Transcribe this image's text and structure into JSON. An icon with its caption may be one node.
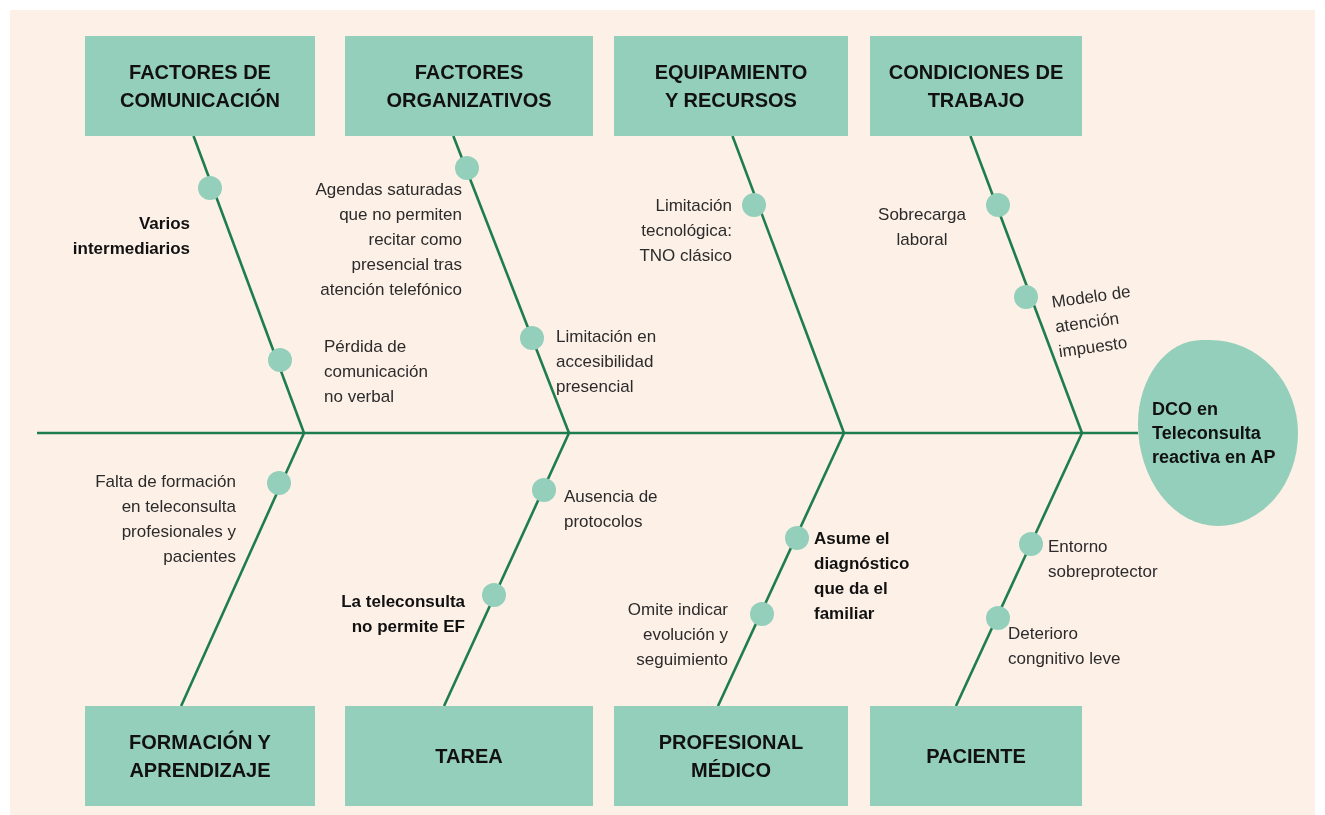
{
  "diagram": {
    "nodes": [
      {
        "text": [
          "FACTORES DE COMUNICACIÓN"
        ]
      },
      {
        "text": [
          "FACTORES ORGANIZATIVOS"
        ]
      },
      {
        "text": [
          "EQUIPAMIENTO Y RECURSOS"
        ]
      },
      {
        "text": [
          "CONDICIONES DE TRABAJO"
        ]
      },
      {
        "text": [
          "DCO en Teleconsulta reactiva en AP"
        ]
      },
      {
        "text": [
          "FORMACIÓN Y APRENDIZAJE"
        ]
      },
      {
        "text": [
          "TAREA"
        ]
      },
      {
        "text": [
          "PROFESIONAL MÉDICO"
        ]
      },
      {
        "text": [
          "PACIENTE"
        ]
      },
      {
        "text": [
          "Varios intermediarios"
        ]
      },
      {
        "text": [
          "Agendas saturadas que no permiten recitar como presencial tras atención telefónico"
        ]
      },
      {
        "text": [
          "Limitación tecnológica: TNO clásico"
        ]
      },
      {
        "text": [
          "Sobrecarga laboral"
        ]
      },
      {
        "text": [
          "Modelo de atención impuesto"
        ]
      },
      {
        "text": [
          "Pérdida de comunicación no verbal"
        ]
      },
      {
        "text": [
          "Limitación en accesibilidad presencial"
        ]
      },
      {
        "text": [
          "Falta de formación en teleconsulta profesionales y pacientes"
        ]
      },
      {
        "text": [
          "Ausencia de protocolos"
        ]
      },
      {
        "text": [
          "Entorno sobreprotector"
        ]
      },
      {
        "text": [
          "Asume el diagnóstico que da el familiar"
        ]
      },
      {
        "text": [
          "La teleconsulta no permite EF"
        ]
      },
      {
        "text": [
          "Omite indicar evolución y seguimiento"
        ]
      },
      {
        "text": [
          "Deterioro congnitivo leve"
        ]
      }
    ],
    "edges": [
      {
        "from": null,
        "to": 4,
        "arrow": "none"
      },
      {
        "from": 0,
        "to": null,
        "arrow": "none"
      },
      {
        "from": 1,
        "to": null,
        "arrow": "none"
      },
      {
        "from": 2,
        "to": null,
        "arrow": "none"
      },
      {
        "from": 3,
        "to": null,
        "arrow": "none"
      },
      {
        "from": 5,
        "to": null,
        "arrow": "none"
      },
      {
        "from": 6,
        "to": null,
        "arrow": "none"
      },
      {
        "from": 7,
        "to": null,
        "arrow": "none"
      },
      {
        "from": 8,
        "to": null,
        "arrow": "none"
      }
    ]
  }
}
